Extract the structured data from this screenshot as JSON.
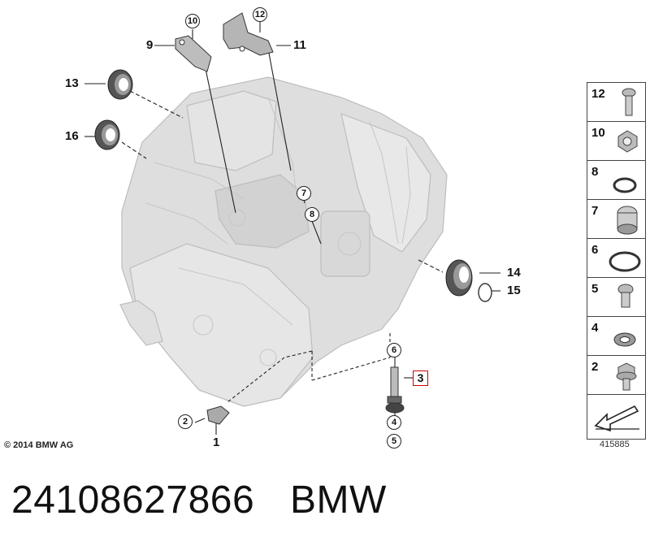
{
  "callouts": {
    "c1": "1",
    "c2": "2",
    "c3": "3",
    "c4": "4",
    "c5": "5",
    "c6": "6",
    "c7": "7",
    "c8": "8",
    "c9": "9",
    "c10": "10",
    "c11": "11",
    "c12": "12",
    "c13": "13",
    "c14": "14",
    "c15": "15",
    "c16": "16"
  },
  "legend": {
    "items": [
      {
        "label": "12",
        "icon": "bolt-icon"
      },
      {
        "label": "10",
        "icon": "hex-nut-icon"
      },
      {
        "label": "8",
        "icon": "o-ring-icon"
      },
      {
        "label": "7",
        "icon": "plug-icon"
      },
      {
        "label": "6",
        "icon": "o-ring-large-icon"
      },
      {
        "label": "5",
        "icon": "short-screw-icon"
      },
      {
        "label": "4",
        "icon": "seal-ring-icon"
      },
      {
        "label": "2",
        "icon": "flange-bolt-icon"
      }
    ],
    "corner_icon": "arrow-corner-icon"
  },
  "footer": {
    "copyright": "© 2014 BMW AG",
    "diagram_id": "415885",
    "part_number": "24108627866",
    "brand": "BMW"
  },
  "colors": {
    "highlight": "#cc0000",
    "housing": "#dcdcdc",
    "line": "#222222"
  }
}
